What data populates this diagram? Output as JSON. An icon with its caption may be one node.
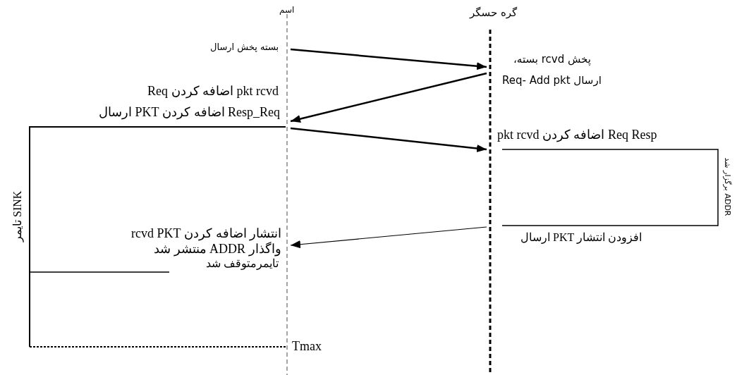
{
  "diagram": {
    "nodes": [
      {
        "text": [
          "اسم"
        ]
      },
      {
        "text": [
          "گره حسگر"
        ]
      }
    ],
    "edges": [
      {
        "from": 0,
        "to": 1,
        "arrow": "to"
      },
      {
        "from": 1,
        "to": 0,
        "arrow": "to"
      },
      {
        "from": 0,
        "to": 1,
        "arrow": "to"
      },
      {
        "from": 1,
        "to": 0,
        "arrow": "to"
      }
    ],
    "labels": [
      "بسته پخش ارسال",
      "پخش rcvd بسته،",
      "ارسال Req- Add pkt",
      "pkt rcvd اضافه کردن Req",
      "Resp_Req اضافه کردن PKT ارسال",
      "Req Resp اضافه کردن pkt rcvd",
      "تایمر SINK",
      "ADDR برگزار شد",
      "انتشار اضافه کردن rcvd PKT",
      "افزودن انتشار PKT ارسال",
      "واگذار ADDR منتشر شد",
      "تایمرمتوقف شد",
      "Tmax"
    ]
  }
}
